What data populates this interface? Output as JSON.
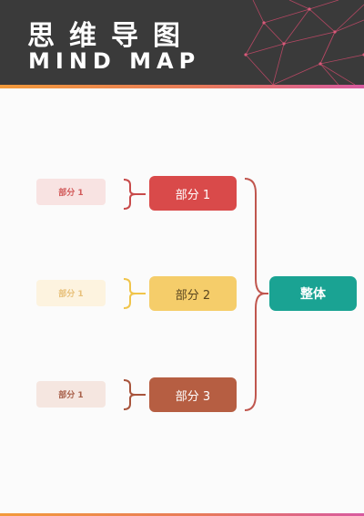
{
  "header": {
    "title_cn": "思维导图",
    "title_en": "MIND MAP",
    "background": "#3a3a3a"
  },
  "diagram": {
    "root": {
      "label": "整体",
      "color": "#1aa393"
    },
    "parts": [
      {
        "label": "部分 1",
        "color": "#d94a4a",
        "sub": {
          "label": "部分 1",
          "bg": "#f8e3e2",
          "fg": "#d25a5a"
        },
        "bracket_color": "#c84a4a"
      },
      {
        "label": "部分 2",
        "color": "#f5cd6a",
        "sub": {
          "label": "部分 1",
          "bg": "#fdf3df",
          "fg": "#e8c07a"
        },
        "bracket_color": "#f0c44a"
      },
      {
        "label": "部分 3",
        "color": "#b65e42",
        "sub": {
          "label": "部分 1",
          "bg": "#f5e6e0",
          "fg": "#a8604a"
        },
        "bracket_color": "#a8543c"
      }
    ],
    "root_bracket_color": "#c0564e"
  }
}
